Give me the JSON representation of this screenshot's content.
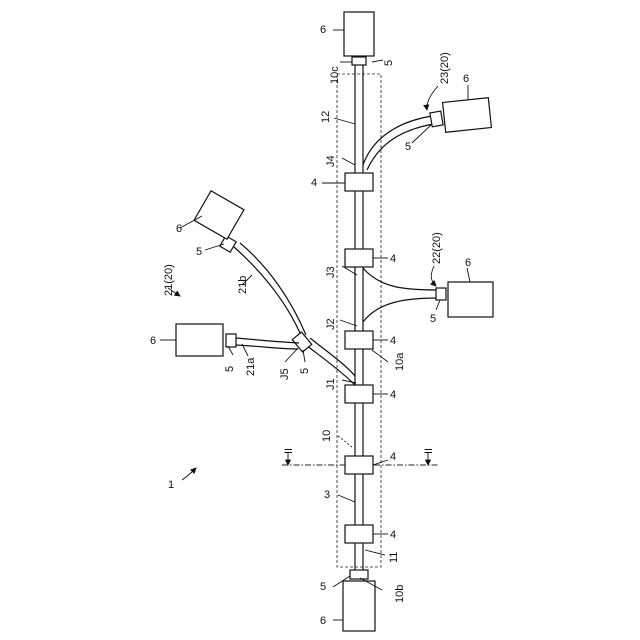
{
  "labels": {
    "ref_6": "6",
    "ref_5": "5",
    "ref_4": "4",
    "ref_3": "3",
    "ref_1": "1",
    "ref_10": "10",
    "ref_10a": "10a",
    "ref_10b": "10b",
    "ref_10c": "10c",
    "ref_11": "11",
    "ref_12": "12",
    "ref_21a": "21a",
    "ref_21b": "21b",
    "ref_21_20": "21(20)",
    "ref_22_20": "22(20)",
    "ref_23_20": "23(20)",
    "ref_J1": "J1",
    "ref_J2": "J2",
    "ref_J3": "J3",
    "ref_J4": "J4",
    "ref_J5": "J5",
    "ref_II": "II"
  }
}
